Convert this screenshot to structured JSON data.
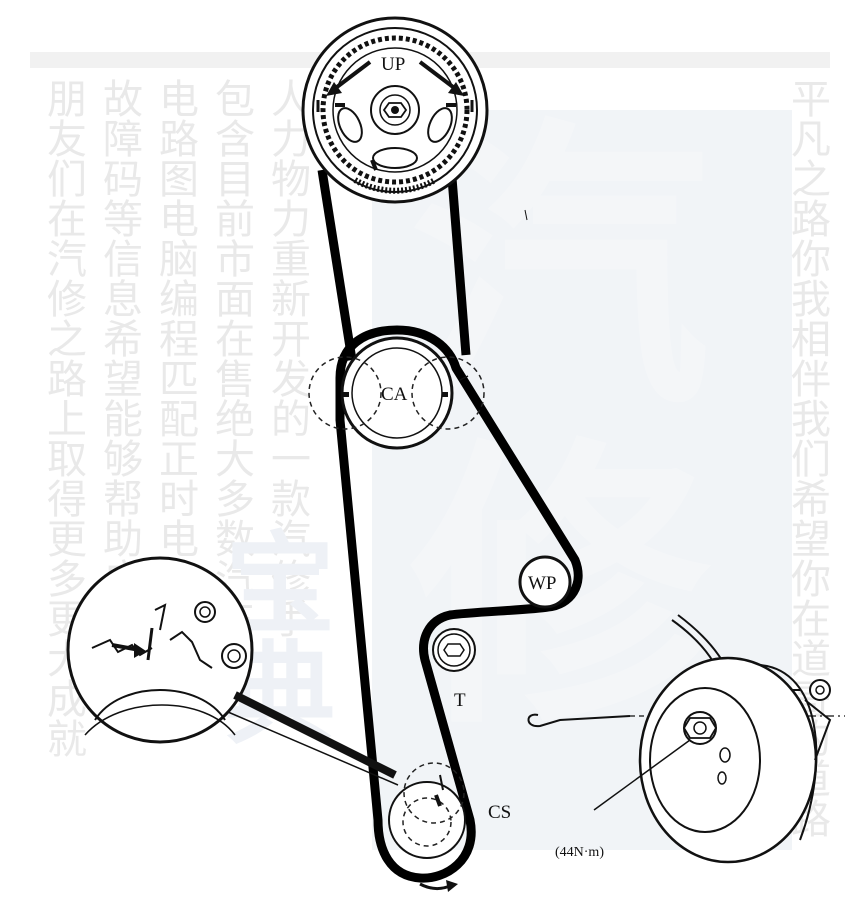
{
  "watermark": {
    "columns": [
      "平凡之路你我相伴我们希望你在道哥的道路",
      "人力物力重新开发的一款汽修手",
      "包含目前市面在售绝大多数汽车",
      "电路图电脑编程匹配正时电脑针脚",
      "故障码等信息希望能够帮助广大技",
      "朋友们在汽修之路上取得更多更大成就"
    ],
    "big": [
      "汽",
      "修"
    ],
    "small": [
      "宝",
      "典"
    ],
    "colors": {
      "text": "#e6e6e6",
      "panel": "#eef2f5"
    }
  },
  "diagram": {
    "labels": {
      "up": "UP",
      "ca": "CA",
      "wp": "WP",
      "t": "T",
      "cs": "CS",
      "torque": "(44N·m)"
    },
    "colors": {
      "belt": "#000000",
      "line": "#111111",
      "dash": "#222222"
    }
  }
}
